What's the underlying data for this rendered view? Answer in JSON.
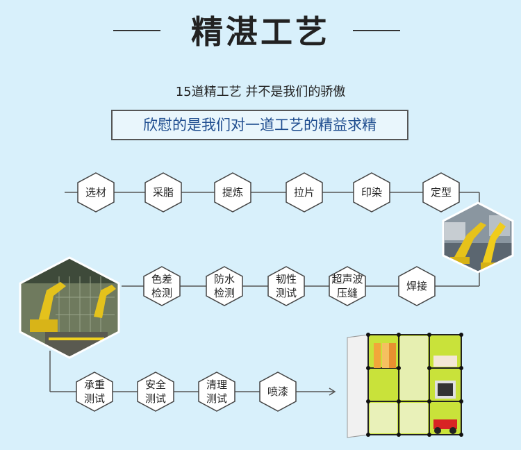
{
  "header": {
    "title": "精湛工艺",
    "left_dash": "-----",
    "right_dash": "-----"
  },
  "subtitle": "15道精工艺 并不是我们的骄傲",
  "highlight": "欣慰的是我们对一道工艺的精益求精",
  "row1": [
    "选材",
    "采脂",
    "提炼",
    "拉片",
    "印染",
    "定型"
  ],
  "row2": [
    "色差\n检测",
    "防水\n检测",
    "韧性\n测试",
    "超声波\n压缝",
    "焊接"
  ],
  "row3": [
    "承重\n测试",
    "安全\n测试",
    "清理\n测试",
    "喷漆"
  ],
  "colors": {
    "background": "#d8f0fb",
    "highlight_text": "#1f4d8f",
    "line": "#555555"
  }
}
